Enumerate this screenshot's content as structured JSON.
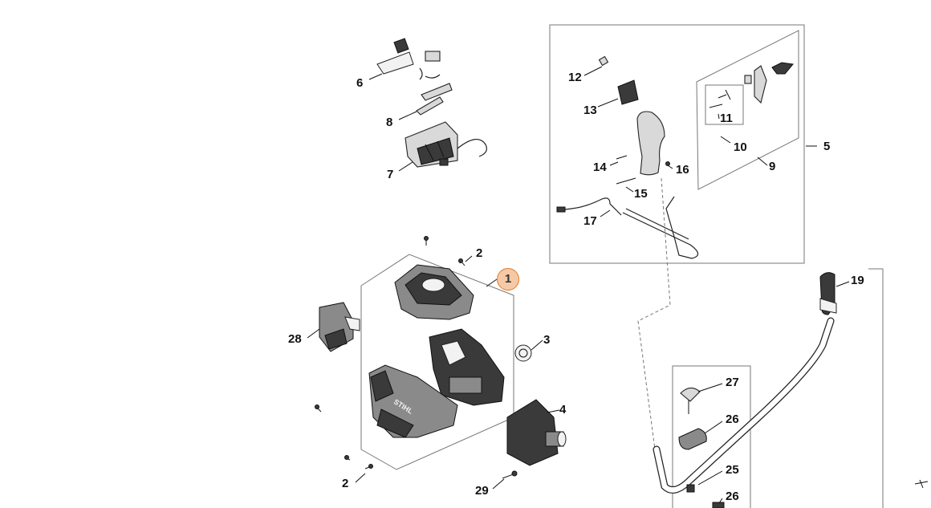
{
  "diagram": {
    "callouts": [
      "1",
      "2",
      "2",
      "3",
      "4",
      "5",
      "6",
      "7",
      "8",
      "9",
      "10",
      "11",
      "12",
      "13",
      "14",
      "15",
      "16",
      "17",
      "19",
      "25",
      "26",
      "26",
      "27",
      "28",
      "29"
    ],
    "highlighted_callout": "1",
    "brand_mark": "STIHL"
  }
}
